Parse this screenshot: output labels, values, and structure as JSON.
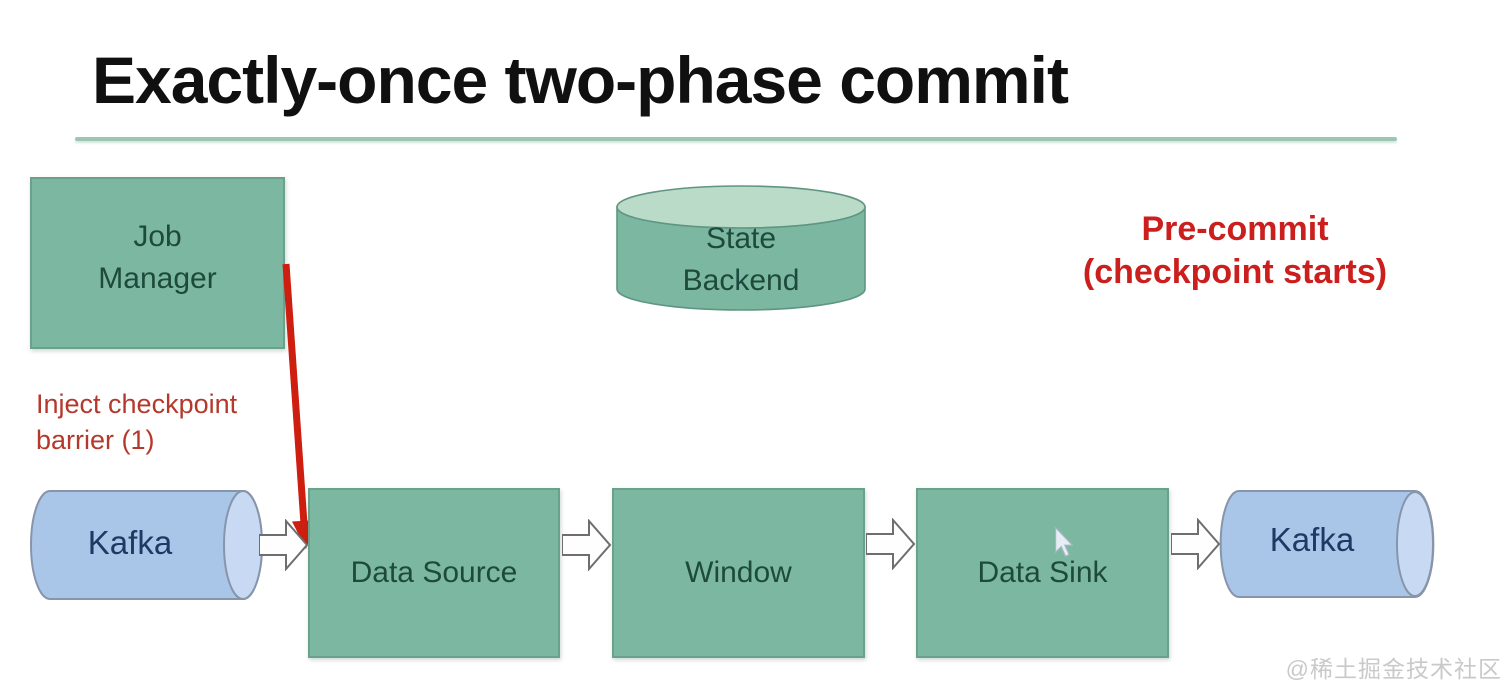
{
  "title": "Exactly-once two-phase commit",
  "annotations": {
    "inject": {
      "line1": "Inject checkpoint",
      "line2": "barrier (1)"
    },
    "phase": {
      "line1": "Pre-commit",
      "line2": "(checkpoint starts)"
    }
  },
  "nodes": {
    "job_manager": {
      "line1": "Job",
      "line2": "Manager"
    },
    "state_backend": {
      "line1": "State",
      "line2": "Backend"
    },
    "kafka_source": {
      "label": "Kafka"
    },
    "data_source": {
      "label": "Data Source"
    },
    "window": {
      "label": "Window"
    },
    "data_sink": {
      "label": "Data Sink"
    },
    "kafka_sink": {
      "label": "Kafka"
    }
  },
  "watermark": "@稀土掘金技术社区",
  "colors": {
    "node_green": "#7cb8a1",
    "node_green_border": "#69a18d",
    "node_text_green": "#1d4a3c",
    "cylinder_top_green": "#b9dbc8",
    "kafka_blue": "#a9c6e8",
    "kafka_cap_blue": "#c8daf3",
    "kafka_text_navy": "#1c3a63",
    "red_annotation": "#b5382d",
    "red_bold": "#cb1f1e",
    "red_arrow": "#ce1e0f",
    "title_underline": "#9cc5b3",
    "watermark_gray": "#c9c9c9"
  }
}
